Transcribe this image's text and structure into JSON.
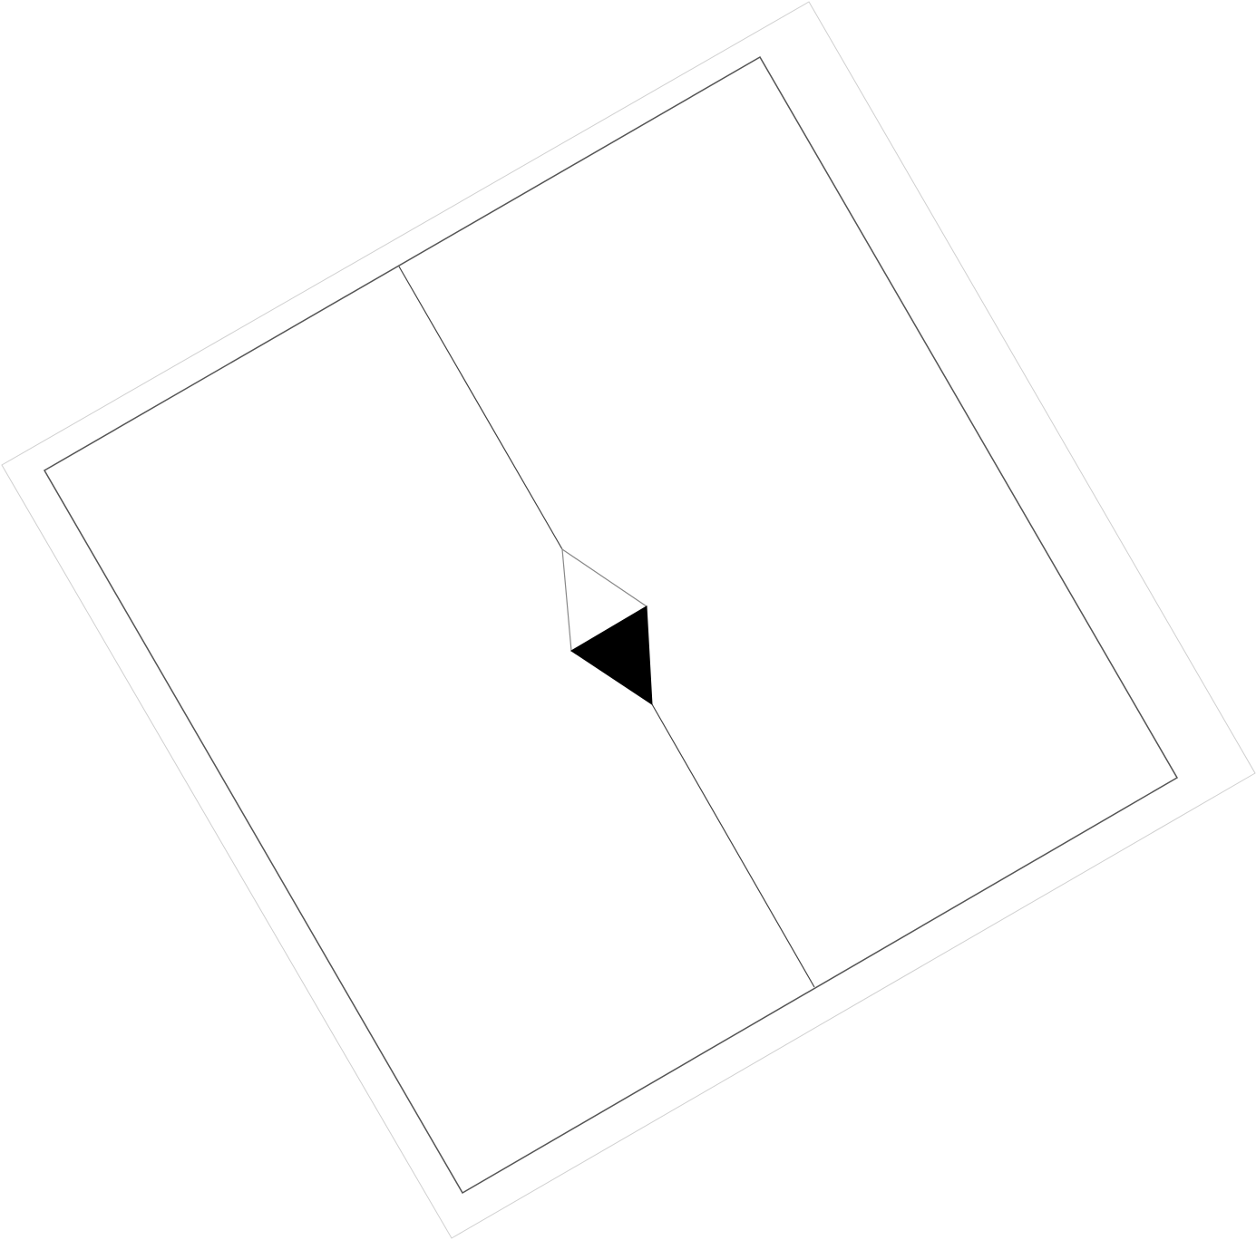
{
  "diagram": {
    "description_elements": [
      "page-sheet",
      "outer-frame",
      "divider-line",
      "diamond-marker"
    ],
    "colors": {
      "background": "#ffffff",
      "sheet_border": "#d0d0d0",
      "frame_stroke": "#555555",
      "divider_stroke": "#444444",
      "marker_upper_fill": "#ffffff",
      "marker_upper_stroke": "#888888",
      "marker_lower_fill": "#000000"
    }
  }
}
